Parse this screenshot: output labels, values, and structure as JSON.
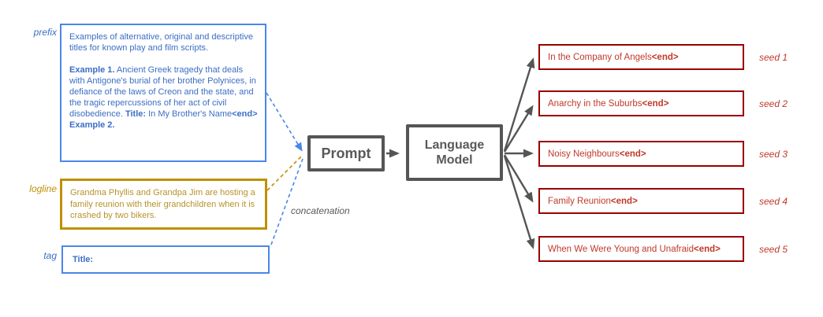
{
  "palette": {
    "blue_border": "#4a86e8",
    "blue_text": "#3b6ec5",
    "gold": "#bf9000",
    "red_border": "#990000",
    "red_text": "#c0392b",
    "gray": "#595959"
  },
  "inputs": {
    "prefix": {
      "label": "prefix",
      "intro": "Examples of alternative, original and descriptive titles for known play and film scripts.",
      "example1_bold": "Example 1.",
      "example1_text": " Ancient Greek tragedy that deals with Antigone's burial of her brother Polynices, in defiance of the laws of Creon and the state, and the tragic repercussions of her act of civil disobedience. ",
      "title_bold": "Title:",
      "title_text": " In My Brother's Name",
      "end_token": "<end>",
      "example2_bold": "Example 2."
    },
    "logline": {
      "label": "logline",
      "text": "Grandma Phyllis and Grandpa Jim are hosting a family reunion with their grandchildren when it is crashed by two bikers."
    },
    "tag": {
      "label": "tag",
      "text": "Title:"
    }
  },
  "process": {
    "prompt_label": "Prompt",
    "model_label_line1": "Language",
    "model_label_line2": "Model",
    "concatenation_label": "concatenation"
  },
  "outputs": [
    {
      "title": "In the Company of Angels",
      "end_token": "<end>",
      "label": "seed 1"
    },
    {
      "title": "Anarchy in the Suburbs",
      "end_token": "<end>",
      "label": "seed 2"
    },
    {
      "title": "Noisy Neighbours",
      "end_token": "<end>",
      "label": "seed 3"
    },
    {
      "title": "Family Reunion",
      "end_token": "<end>",
      "label": "seed 4"
    },
    {
      "title": "When We Were Young and Unafraid",
      "end_token": "<end>",
      "label": "seed 5"
    }
  ]
}
